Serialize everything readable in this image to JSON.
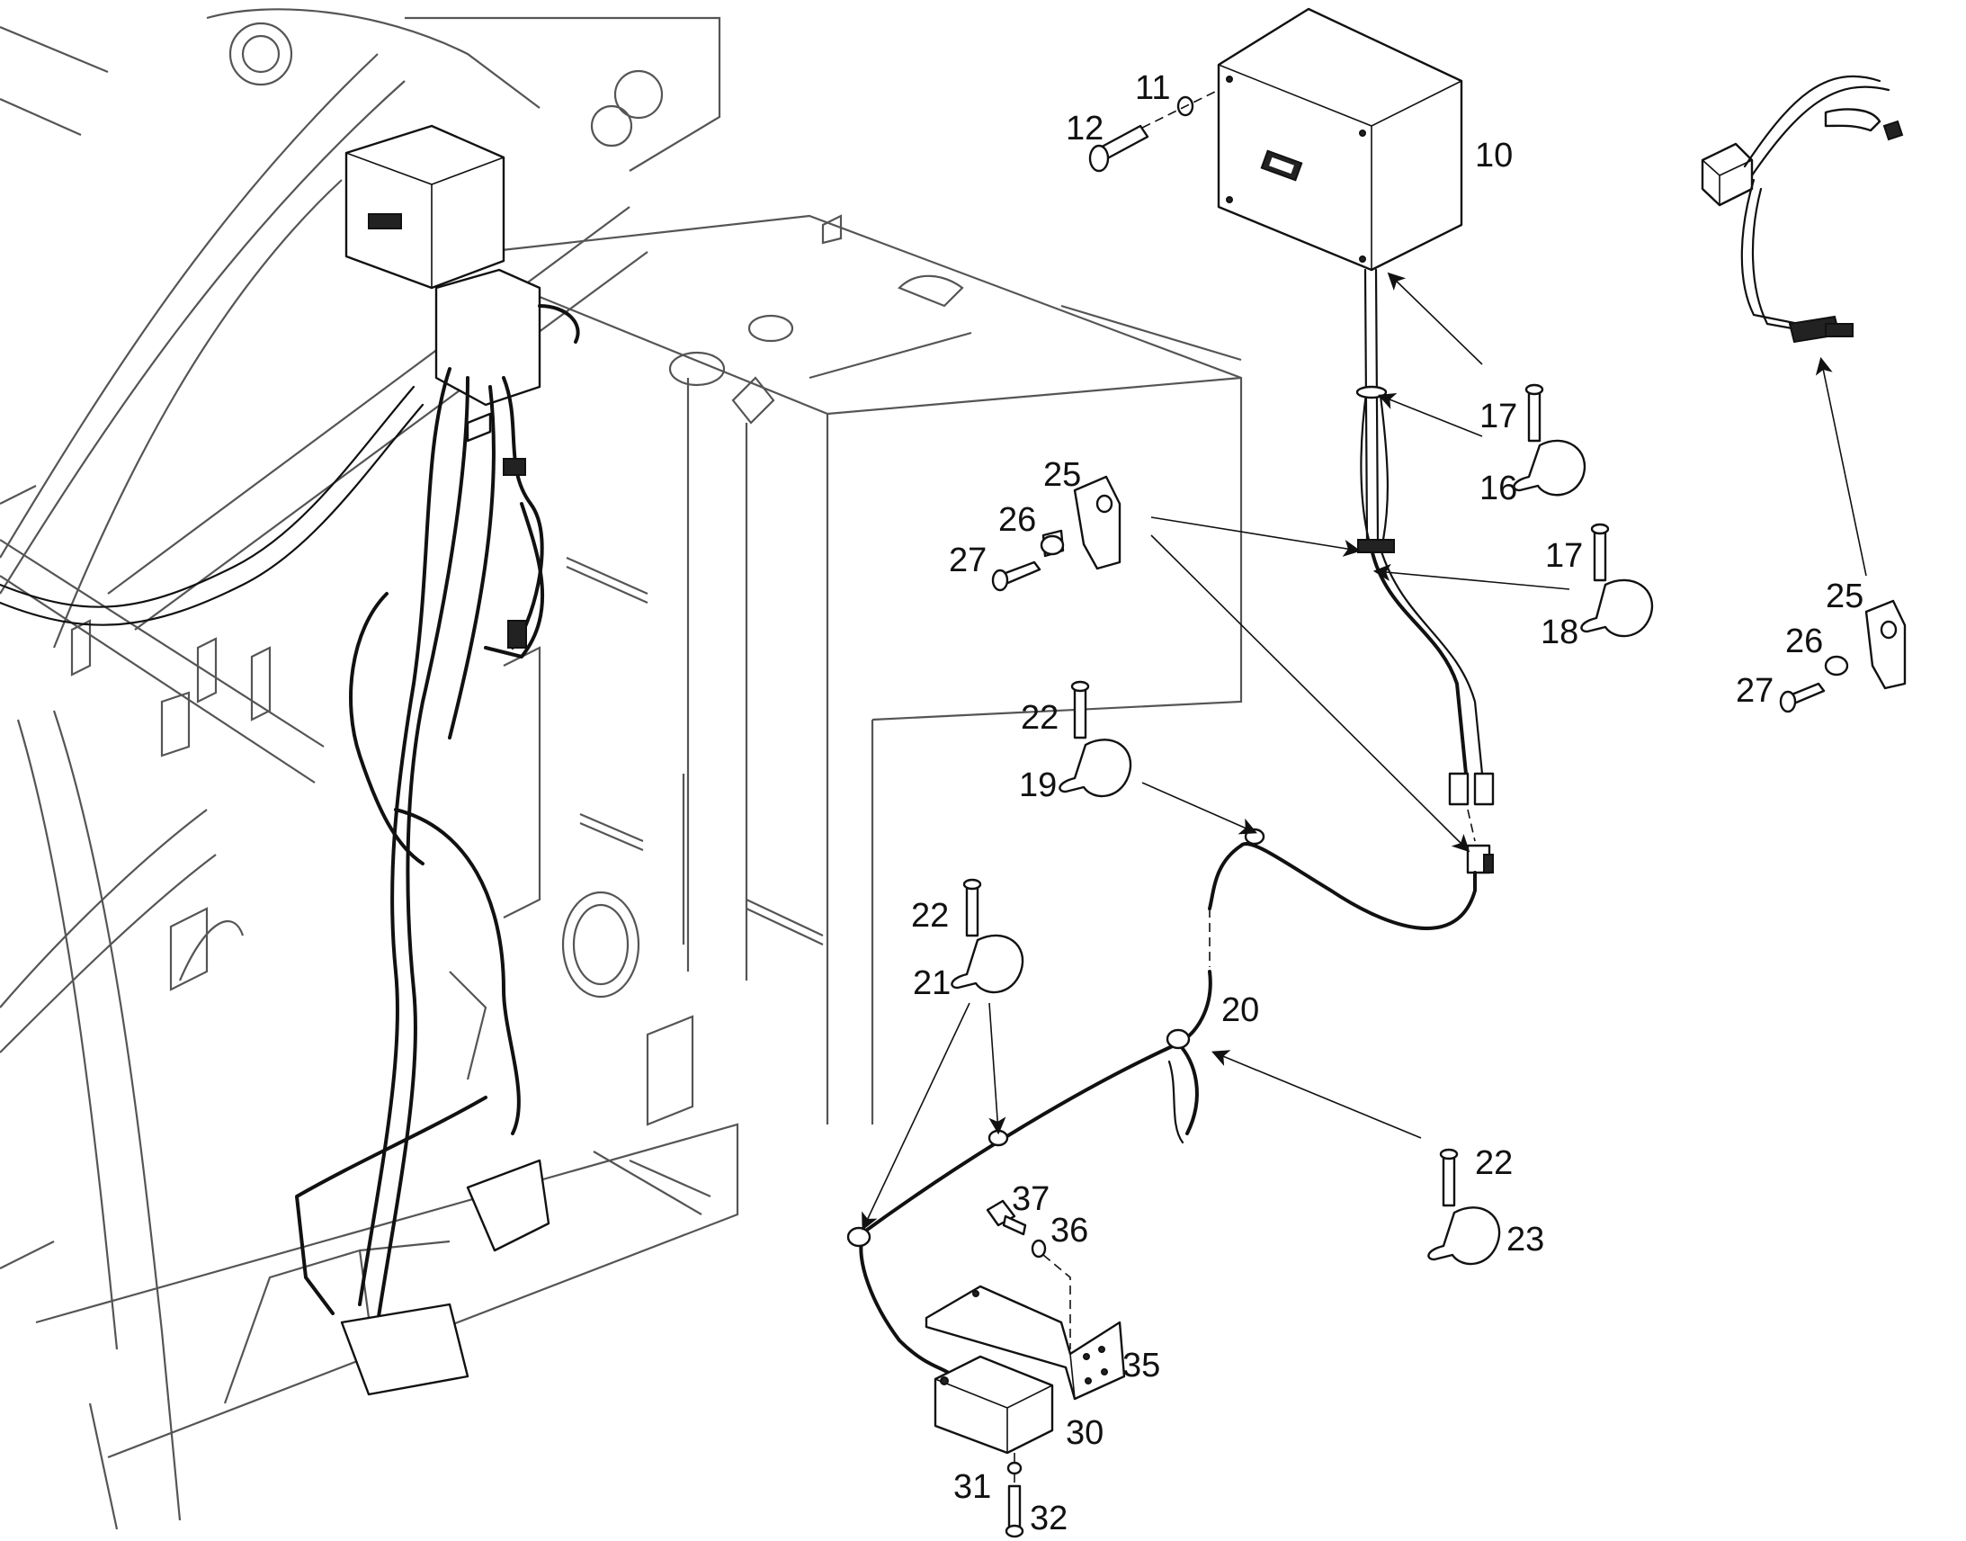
{
  "callouts": [
    {
      "id": "10",
      "text": "10"
    },
    {
      "id": "11",
      "text": "11"
    },
    {
      "id": "12",
      "text": "12"
    },
    {
      "id": "16",
      "text": "16"
    },
    {
      "id": "17a",
      "text": "17"
    },
    {
      "id": "17b",
      "text": "17"
    },
    {
      "id": "18",
      "text": "18"
    },
    {
      "id": "19",
      "text": "19"
    },
    {
      "id": "20",
      "text": "20"
    },
    {
      "id": "21",
      "text": "21"
    },
    {
      "id": "22a",
      "text": "22"
    },
    {
      "id": "22b",
      "text": "22"
    },
    {
      "id": "22c",
      "text": "22"
    },
    {
      "id": "23",
      "text": "23"
    },
    {
      "id": "25a",
      "text": "25"
    },
    {
      "id": "25b",
      "text": "25"
    },
    {
      "id": "26a",
      "text": "26"
    },
    {
      "id": "26b",
      "text": "26"
    },
    {
      "id": "27a",
      "text": "27"
    },
    {
      "id": "27b",
      "text": "27"
    },
    {
      "id": "30",
      "text": "30"
    },
    {
      "id": "31",
      "text": "31"
    },
    {
      "id": "32",
      "text": "32"
    },
    {
      "id": "35",
      "text": "35"
    },
    {
      "id": "36",
      "text": "36"
    },
    {
      "id": "37",
      "text": "37"
    }
  ],
  "colors": {
    "ink": "#111111",
    "frame": "#555555",
    "background": "#ffffff"
  }
}
